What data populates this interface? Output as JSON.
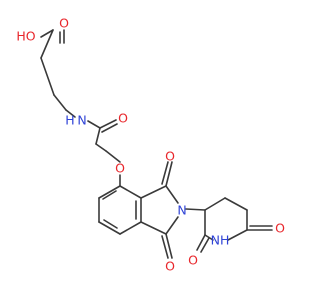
{
  "colors": {
    "background": "#ffffff",
    "bond": "#3a3a3a",
    "oxygen": "#e8262b",
    "nitrogen": "#2f43d6"
  },
  "atoms": {
    "oh": "HO",
    "o_acid": "O",
    "n_amide": "N",
    "h_amide": "H",
    "o_amide": "O",
    "o_ether": "O",
    "o_imide_top": "O",
    "o_imide_bottom": "O",
    "n_imide": "N",
    "o_pip_right": "O",
    "o_pip_left": "O",
    "nh_pip": "NH"
  }
}
